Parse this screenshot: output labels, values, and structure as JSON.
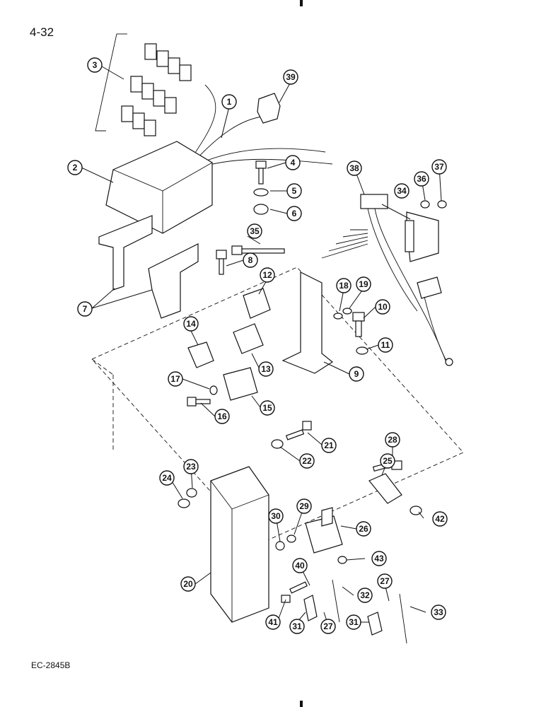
{
  "page": {
    "number": "4-32",
    "figure_code": "EC-2845B"
  },
  "callouts": [
    {
      "label": "1"
    },
    {
      "label": "2"
    },
    {
      "label": "3"
    },
    {
      "label": "4"
    },
    {
      "label": "5"
    },
    {
      "label": "6"
    },
    {
      "label": "7"
    },
    {
      "label": "8"
    },
    {
      "label": "9"
    },
    {
      "label": "10"
    },
    {
      "label": "11"
    },
    {
      "label": "12"
    },
    {
      "label": "13"
    },
    {
      "label": "14"
    },
    {
      "label": "15"
    },
    {
      "label": "16"
    },
    {
      "label": "17"
    },
    {
      "label": "18"
    },
    {
      "label": "19"
    },
    {
      "label": "20"
    },
    {
      "label": "21"
    },
    {
      "label": "22"
    },
    {
      "label": "23"
    },
    {
      "label": "24"
    },
    {
      "label": "25"
    },
    {
      "label": "26"
    },
    {
      "label": "27"
    },
    {
      "label": "27"
    },
    {
      "label": "28"
    },
    {
      "label": "29"
    },
    {
      "label": "30"
    },
    {
      "label": "31"
    },
    {
      "label": "31"
    },
    {
      "label": "32"
    },
    {
      "label": "33"
    },
    {
      "label": "34"
    },
    {
      "label": "35"
    },
    {
      "label": "36"
    },
    {
      "label": "37"
    },
    {
      "label": "38"
    },
    {
      "label": "39"
    },
    {
      "label": "40"
    },
    {
      "label": "41"
    },
    {
      "label": "42"
    },
    {
      "label": "43"
    }
  ]
}
